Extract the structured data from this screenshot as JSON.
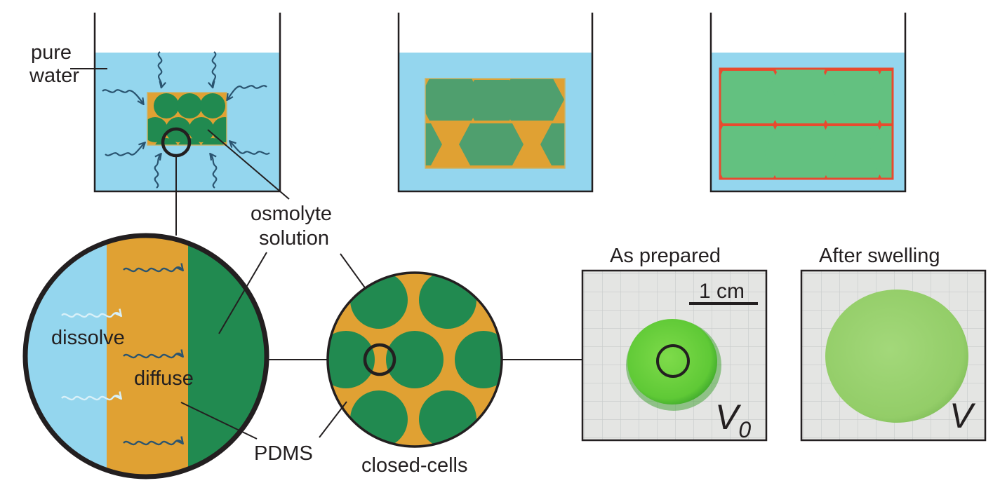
{
  "labels": {
    "pure_water_1": "pure",
    "pure_water_2": "water",
    "osmolyte_1": "osmolyte",
    "osmolyte_2": "solution",
    "dissolve": "dissolve",
    "diffuse": "diffuse",
    "pdms": "PDMS",
    "closed_cells": "closed-cells",
    "as_prepared": "As prepared",
    "after_swelling": "After swelling",
    "scale_bar": "1 cm",
    "v0_main": "V",
    "v0_sub": "0",
    "v_final": "V"
  },
  "colors": {
    "water": "#94d6ee",
    "pdms": "#e0a133",
    "osmolyte": "#218a50",
    "osmolyte_swollen": "#63c180",
    "wall_swollen": "#e84a2e",
    "wave": "#2a5470",
    "wave_light": "#d8f0f8",
    "line": "#231f20"
  }
}
